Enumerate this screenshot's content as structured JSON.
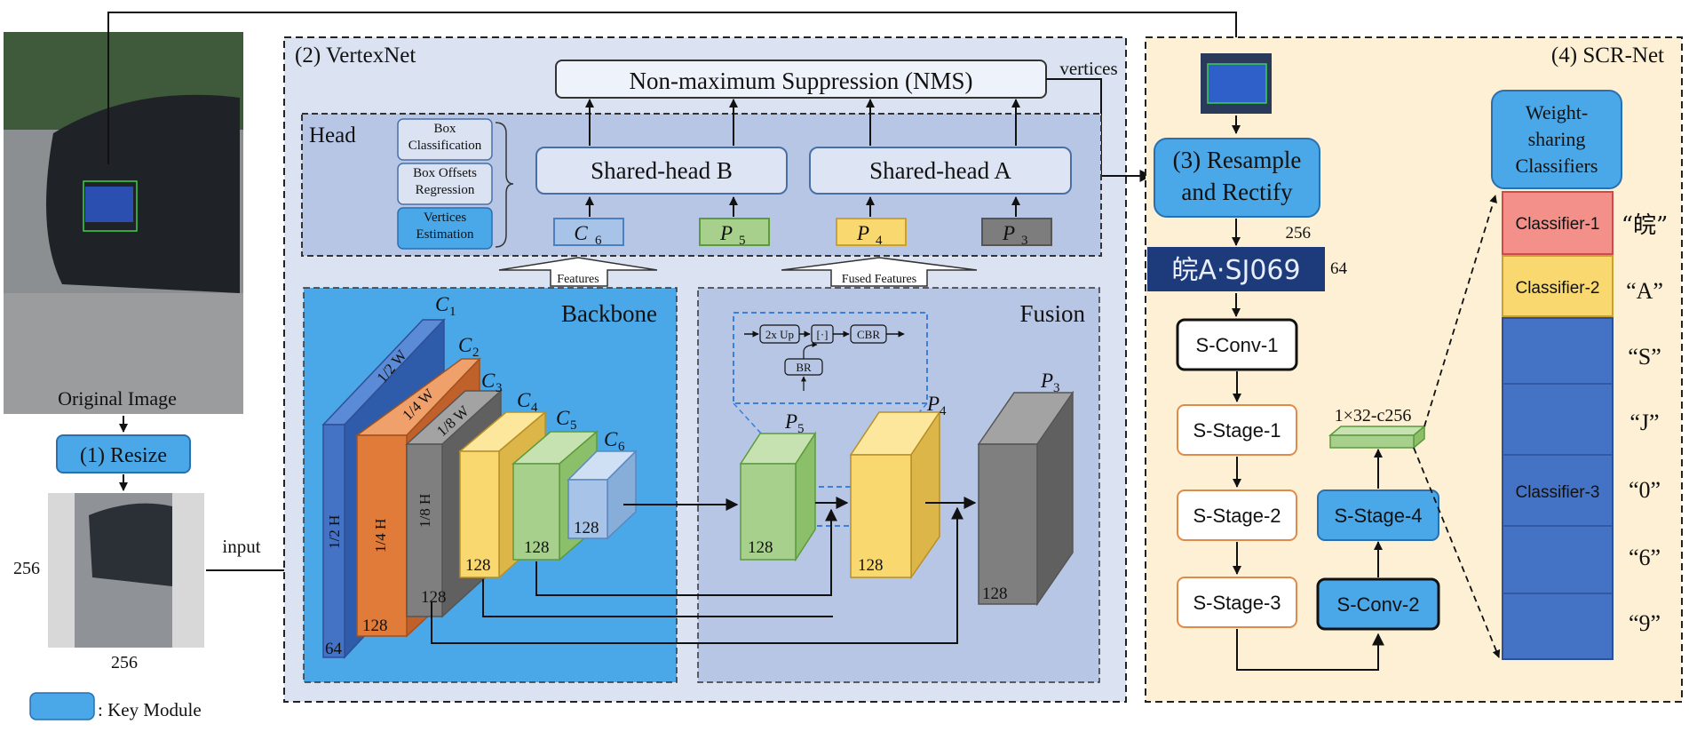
{
  "pipeline": {
    "original_image_label": "Original Image",
    "resize_label": "(1) Resize",
    "size_256_left": "256",
    "size_256_bottom": "256",
    "input_label": "input",
    "key_module_legend": ": Key Module"
  },
  "vertexnet": {
    "title": "(2) VertexNet",
    "nms_label": "Non-maximum Suppression (NMS)",
    "vertices_label": "vertices",
    "head": {
      "title": "Head",
      "task_box_classification": "Box Classification",
      "task_box_offsets": "Box Offsets Regression",
      "task_vertices": "Vertices Estimation",
      "shared_head_b": "Shared-head B",
      "shared_head_a": "Shared-head A",
      "inputs": [
        {
          "sym": "C",
          "sub": "6",
          "color": "#a7c4e8",
          "stroke": "#4a7fc0"
        },
        {
          "sym": "P",
          "sub": "5",
          "color": "#a8d08d",
          "stroke": "#5c9a3c"
        },
        {
          "sym": "P",
          "sub": "4",
          "color": "#fad870",
          "stroke": "#caa030"
        },
        {
          "sym": "P",
          "sub": "3",
          "color": "#7d7d7d",
          "stroke": "#555555"
        }
      ]
    },
    "features_label": "Features",
    "fused_features_label": "Fused Features",
    "backbone": {
      "title": "Backbone",
      "layers": [
        {
          "sym": "C",
          "sub": "1",
          "w": "1/2 W",
          "h": "1/2 H",
          "ch": "64",
          "color": "#4472c4"
        },
        {
          "sym": "C",
          "sub": "2",
          "w": "1/4 W",
          "h": "1/4 H",
          "ch": "128",
          "color": "#e07b39"
        },
        {
          "sym": "C",
          "sub": "3",
          "w": "1/8 W",
          "h": "1/8 H",
          "ch": "128",
          "color": "#7f7f7f"
        },
        {
          "sym": "C",
          "sub": "4",
          "ch": "128",
          "color": "#fad870"
        },
        {
          "sym": "C",
          "sub": "5",
          "ch": "128",
          "color": "#a8d08d"
        },
        {
          "sym": "C",
          "sub": "6",
          "ch": "128",
          "color": "#a7c4e8"
        }
      ]
    },
    "fusion": {
      "title": "Fusion",
      "up_label": "2x Up",
      "concat_label": "[·]",
      "cbr_label": "CBR",
      "br_label": "BR",
      "blocks": [
        {
          "sym": "P",
          "sub": "5",
          "ch": "128"
        },
        {
          "sym": "P",
          "sub": "4",
          "ch": "128"
        },
        {
          "sym": "P",
          "sub": "3",
          "ch": "128"
        }
      ]
    }
  },
  "scr": {
    "title": "(4) SCR-Net",
    "plate_text": "皖A·SJ069",
    "resample_label": "(3) Resample and Rectify",
    "dim_256": "256",
    "dim_64": "64",
    "sconv1": "S-Conv-1",
    "sstage1": "S-Stage-1",
    "sstage2": "S-Stage-2",
    "sstage3": "S-Stage-3",
    "sstage4": "S-Stage-4",
    "sconv2": "S-Conv-2",
    "feature_dim": "1×32-c256",
    "weight_sharing": "Weight-sharing Classifiers",
    "classifiers": [
      {
        "label": "Classifier-1",
        "color": "#f4908a",
        "out": "“皖”"
      },
      {
        "label": "Classifier-2",
        "color": "#fad870",
        "out": "“A”"
      },
      {
        "label": "Classifier-3",
        "color": "#4472c4",
        "outs": [
          "“S”",
          "“J”",
          "“0”",
          "“6”",
          "“9”"
        ]
      }
    ]
  },
  "colors": {
    "key_module": "#4aa8e8",
    "vertexnet_bg": "#dbe3f2",
    "scr_bg": "#fdf0d4",
    "head_bg": "#b8c6e6",
    "backbone_bg": "#4aa8e8",
    "fusion_bg": "#b8c6e6"
  }
}
